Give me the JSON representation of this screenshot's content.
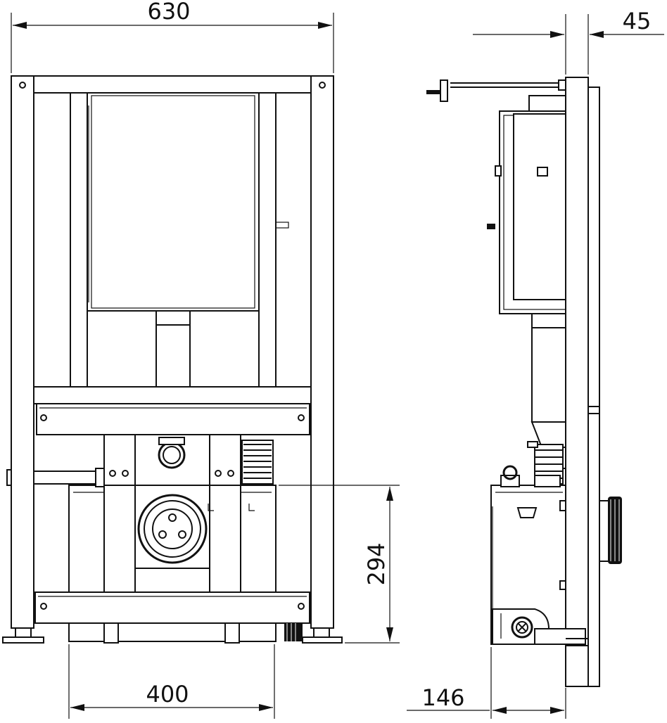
{
  "dimensions": {
    "width_total": "630",
    "depth_frame": "45",
    "height_outlet": "294",
    "width_unit": "400",
    "depth_unit": "146"
  }
}
